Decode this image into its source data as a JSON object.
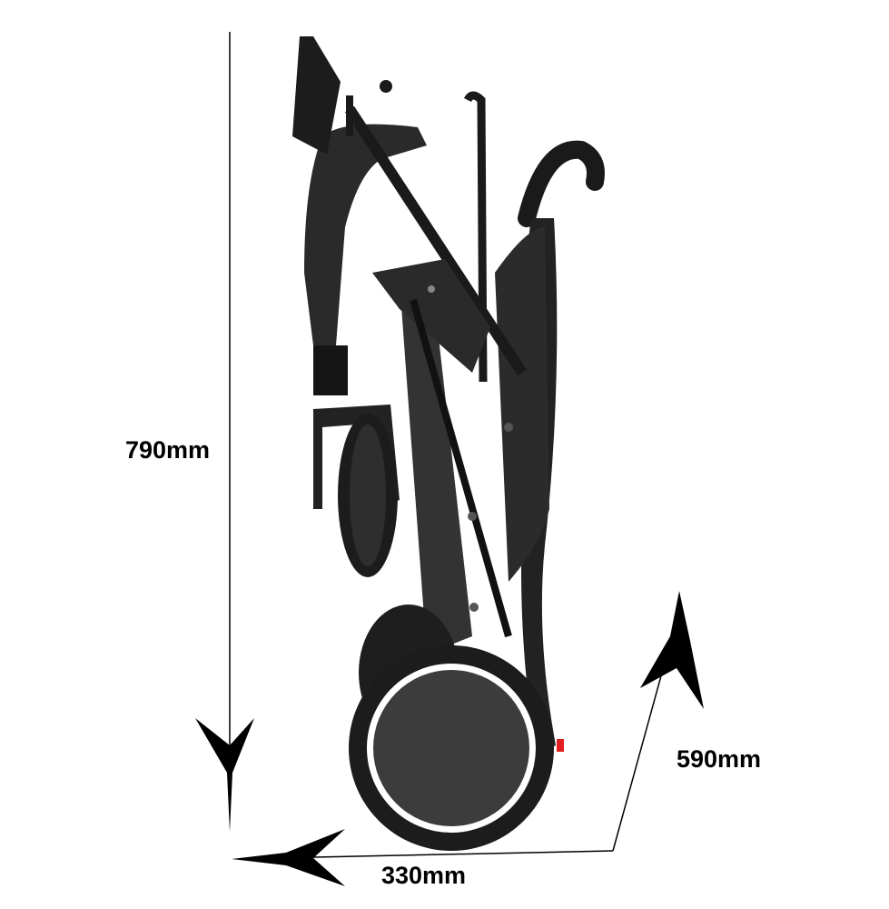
{
  "dimensions": {
    "height": "790mm",
    "depth": "590mm",
    "width": "330mm"
  },
  "colors": {
    "frame": "#1e1e1e",
    "frame_highlight": "#3a3a3a",
    "wheel_rim": "#ffffff",
    "hub": "#3c3c3c",
    "accent": "#e02020"
  }
}
